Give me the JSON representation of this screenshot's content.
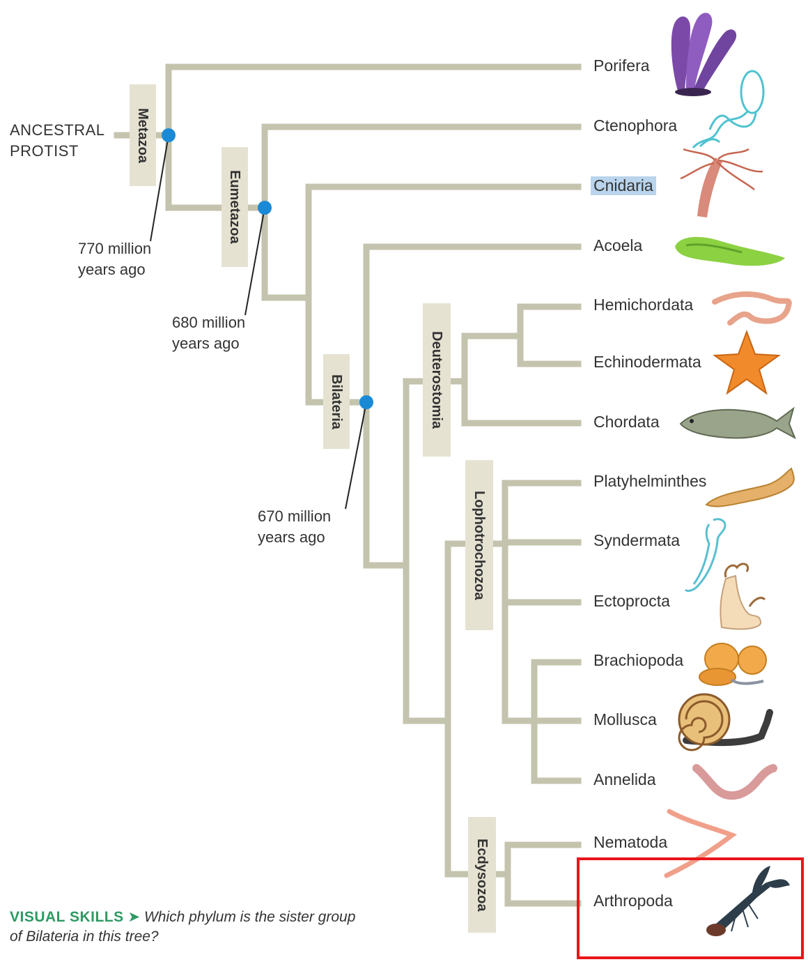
{
  "root_label": [
    "ANCESTRAL",
    "PROTIST"
  ],
  "clades": {
    "metazoa": "Metazoa",
    "eumetazoa": "Eumetazoa",
    "bilateria": "Bilateria",
    "deuterostomia": "Deuterostomia",
    "lophotrochozoa": "Lophotrochozoa",
    "ecdysozoa": "Ecdysozoa"
  },
  "dates": {
    "metazoa": [
      "770 million",
      "years ago"
    ],
    "eumetazoa": [
      "680 million",
      "years ago"
    ],
    "bilateria": [
      "670 million",
      "years ago"
    ]
  },
  "taxa": [
    {
      "name": "Porifera",
      "icon": "sponge-icon"
    },
    {
      "name": "Ctenophora",
      "icon": "comb-jelly-icon"
    },
    {
      "name": "Cnidaria",
      "icon": "hydra-icon",
      "highlighted": true
    },
    {
      "name": "Acoela",
      "icon": "flatworm-icon"
    },
    {
      "name": "Hemichordata",
      "icon": "acorn-worm-icon"
    },
    {
      "name": "Echinodermata",
      "icon": "sea-star-icon"
    },
    {
      "name": "Chordata",
      "icon": "fish-icon"
    },
    {
      "name": "Platyhelminthes",
      "icon": "planarian-icon"
    },
    {
      "name": "Syndermata",
      "icon": "rotifer-icon"
    },
    {
      "name": "Ectoprocta",
      "icon": "bryozoan-icon"
    },
    {
      "name": "Brachiopoda",
      "icon": "brachiopod-icon"
    },
    {
      "name": "Mollusca",
      "icon": "snail-icon"
    },
    {
      "name": "Annelida",
      "icon": "earthworm-icon"
    },
    {
      "name": "Nematoda",
      "icon": "roundworm-icon"
    },
    {
      "name": "Arthropoda",
      "icon": "lobster-icon"
    }
  ],
  "question": {
    "prefix": "VISUAL SKILLS",
    "arrow": "➤",
    "line1": "Which phylum is the sister group",
    "line2": "of Bilateria in this tree?"
  },
  "colors": {
    "branch": "#c4c3ad",
    "node": "#1b8ad6",
    "clade_box": "#e6e2d2",
    "highlight": "#b9d4ec",
    "callout": "#e8161b",
    "visual_skills": "#2e9a63"
  }
}
